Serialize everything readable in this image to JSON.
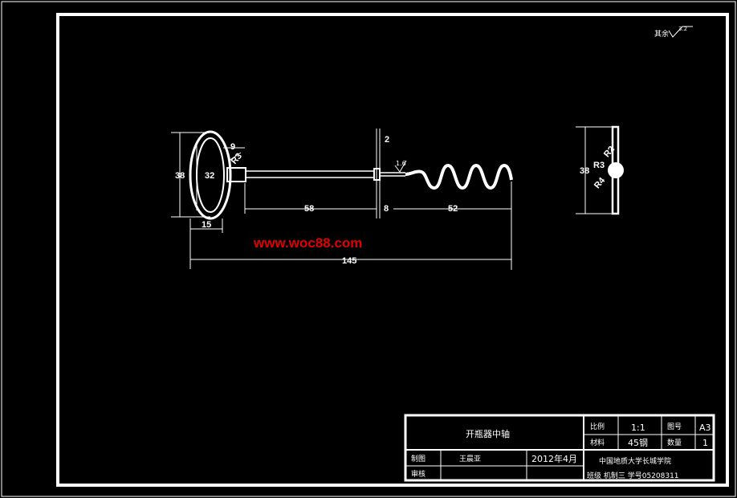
{
  "drawing": {
    "surface_finish": {
      "label": "其余",
      "value": "3.2"
    },
    "dimensions": {
      "ring_height": "38",
      "ring_inner": "32",
      "ring_width": "15",
      "neck_offset": "9",
      "neck_radius": "R3",
      "shaft_length": "58",
      "collar_width": "8",
      "collar_height": "2",
      "screw_length": "52",
      "total_length": "145",
      "tip_finish": "1.6",
      "side_height": "38",
      "side_r1": "R2",
      "side_r2": "R3",
      "side_r3": "R4"
    },
    "watermark": "www.woc88.com"
  },
  "title_block": {
    "part_name": "开瓶器中轴",
    "scale_label": "比例",
    "scale_value": "1:1",
    "drawing_no_label": "图号",
    "drawing_no_value": "A3",
    "material_label": "材料",
    "material_value": "45钢",
    "quantity_label": "数量",
    "quantity_value": "1",
    "drawn_label": "制图",
    "drawn_name": "王晨亚",
    "date": "2012年4月",
    "checked_label": "审核",
    "school": "中国地质大学长城学院",
    "class_info": "班级 机制三 学号05208311"
  }
}
